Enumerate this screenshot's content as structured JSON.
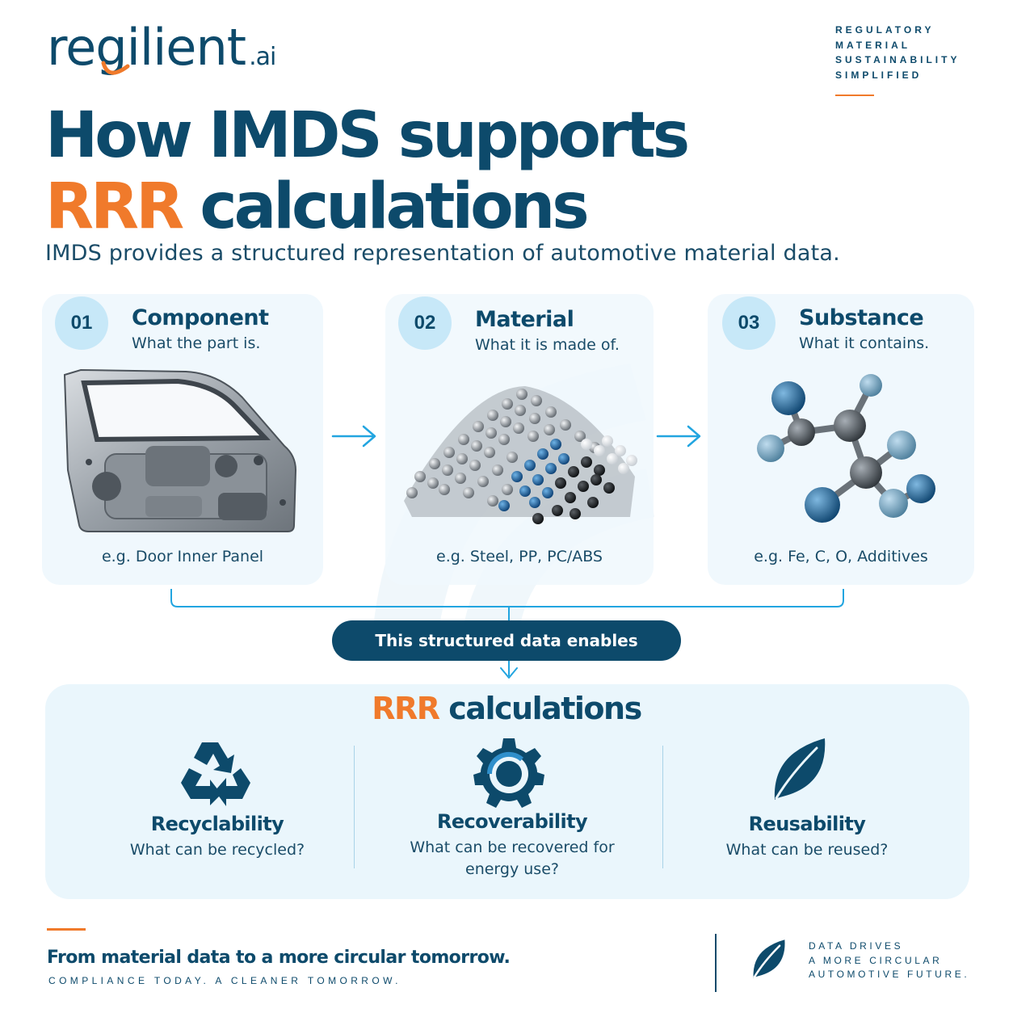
{
  "brand": {
    "logo_main": "regilient",
    "logo_suffix": ".ai",
    "tagline": [
      "REGULATORY",
      "MATERIAL",
      "SUSTAINABILITY",
      "SIMPLIFIED"
    ]
  },
  "heading": {
    "line1": "How IMDS supports",
    "line2_accent": "RRR",
    "line2_rest": "calculations",
    "subtitle": "IMDS provides a structured representation of automotive material data."
  },
  "cards": [
    {
      "num": "01",
      "title": "Component",
      "desc": "What the part is.",
      "example": "e.g. Door Inner Panel",
      "icon": "car-door-icon"
    },
    {
      "num": "02",
      "title": "Material",
      "desc": "What it is made of.",
      "example": "e.g. Steel, PP, PC/ABS",
      "icon": "pellets-icon"
    },
    {
      "num": "03",
      "title": "Substance",
      "desc": "What it contains.",
      "example": "e.g. Fe, C, O, Additives",
      "icon": "molecule-icon"
    }
  ],
  "flow": {
    "pill_label": "This structured data enables"
  },
  "rrr": {
    "title_accent": "RRR",
    "title_rest": "calculations",
    "features": [
      {
        "title": "Recyclability",
        "desc": "What can be recycled?",
        "icon": "recycle-icon"
      },
      {
        "title": "Recoverability",
        "desc": "What can be recovered for energy use?",
        "icon": "gear-icon"
      },
      {
        "title": "Reusability",
        "desc": "What can be reused?",
        "icon": "leaf-icon"
      }
    ]
  },
  "footer": {
    "headline": "From material data to a more circular tomorrow.",
    "sub": "COMPLIANCE TODAY. A CLEANER TOMORROW.",
    "right_lines": [
      "DATA DRIVES",
      "A MORE CIRCULAR",
      "AUTOMOTIVE FUTURE."
    ]
  },
  "colors": {
    "navy": "#0d4a6b",
    "orange": "#f07a2b",
    "card_bg": "#f0f8fd",
    "panel_bg": "#eaf6fc",
    "badge_bg": "#c7e8f8",
    "arrow": "#22a5e0"
  }
}
